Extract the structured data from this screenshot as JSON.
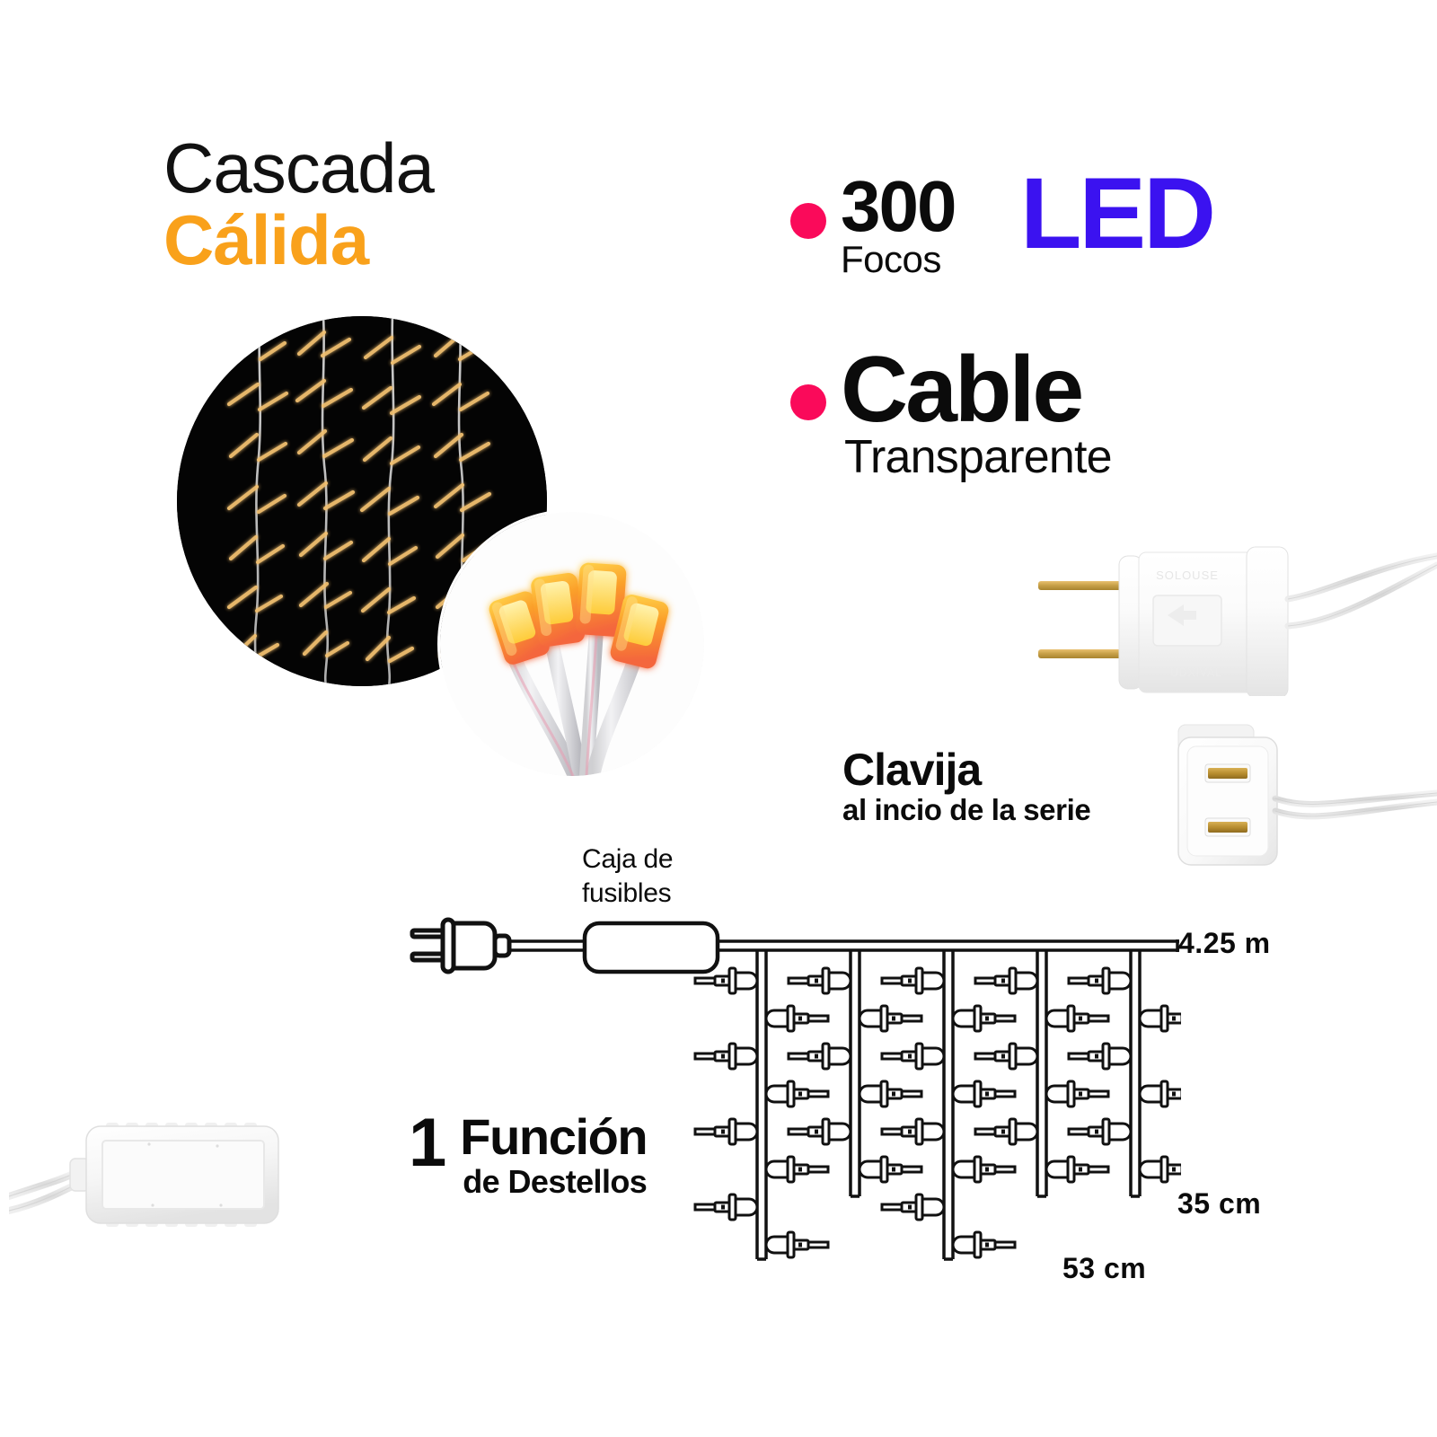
{
  "title": {
    "line1": "Cascada",
    "line2": "Cálida",
    "line2_color": "#F9A11B"
  },
  "features": {
    "bullet_color": "#FA0A5A",
    "led": {
      "count": "300",
      "count_sub": "Focos",
      "tech": "LED",
      "tech_color": "#3B12F0"
    },
    "cable": {
      "word": "Cable",
      "sub": "Transparente"
    }
  },
  "plug": {
    "title": "Clavija",
    "subtitle": "al incio de la serie",
    "male_plug_icon": "ac-plug-male-photo",
    "female_socket_icon": "ac-socket-female-photo"
  },
  "schematic": {
    "fuse_label_line1": "Caja de",
    "fuse_label_line2": "fusibles",
    "length_label": "4.25 m",
    "drop_short_label": "35 cm",
    "drop_long_label": "53 cm",
    "plug_icon": "wall-plug-icon",
    "fusebox_icon": "fuse-box-icon",
    "bulb_icon": "led-bulb-icon"
  },
  "function": {
    "number": "1",
    "word": "Función",
    "sub": "de Destellos",
    "controller_icon": "controller-box-photo"
  },
  "hero": {
    "cascade_photo_icon": "cascade-lights-photo",
    "led_macro_photo_icon": "led-bulbs-closeup-photo",
    "background_color": "#040404",
    "strand_glow_color": "#F2C070"
  }
}
